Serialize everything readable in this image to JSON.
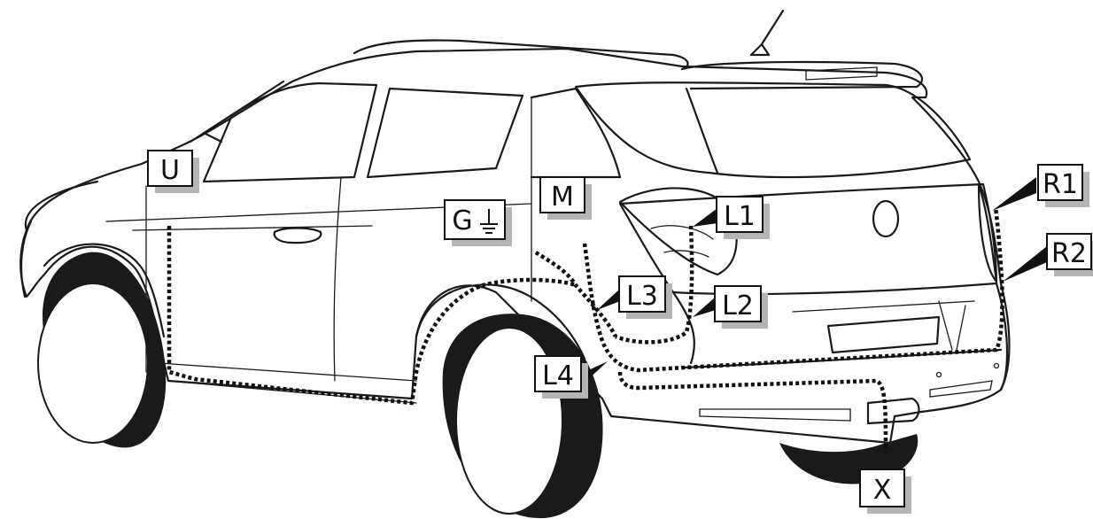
{
  "labels": {
    "u": "U",
    "g": "G",
    "m": "M",
    "l1": "L1",
    "l2": "L2",
    "l3": "L3",
    "l4": "L4",
    "r1": "R1",
    "r2": "R2",
    "x": "X"
  },
  "icons": {
    "ground": "ground-symbol-icon"
  },
  "colors": {
    "outline": "#1a1a1a",
    "wiring": "#111111",
    "label_shadow": "#b5b5b5",
    "background": "#ffffff"
  }
}
